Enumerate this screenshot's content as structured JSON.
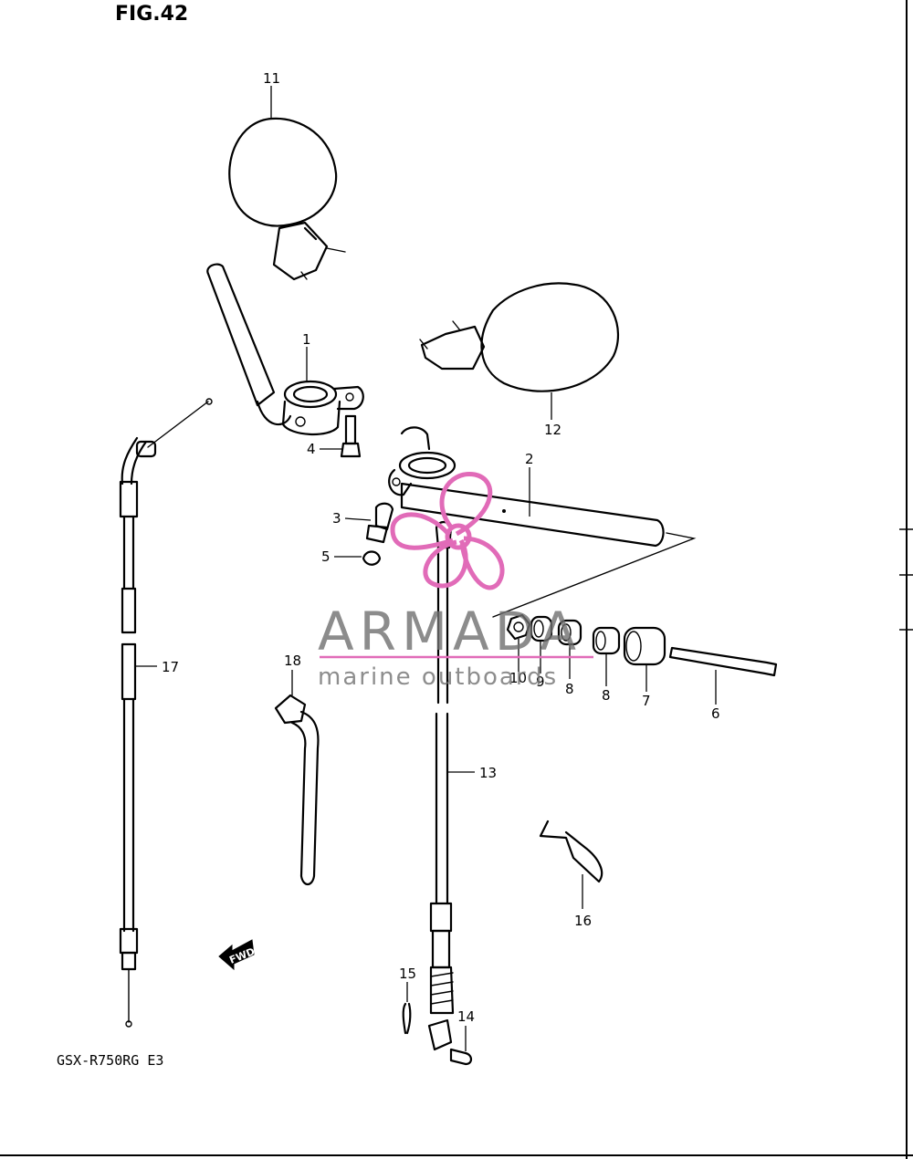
{
  "figure": {
    "title": "FIG.42",
    "model_code": "GSX-R750RG E3",
    "direction_marker": "FWD"
  },
  "callouts": {
    "c1": "1",
    "c2": "2",
    "c3": "3",
    "c4": "4",
    "c5": "5",
    "c6": "6",
    "c7": "7",
    "c8a": "8",
    "c8b": "8",
    "c9": "9",
    "c10": "10",
    "c11": "11",
    "c12": "12",
    "c13": "13",
    "c14": "14",
    "c15": "15",
    "c16": "16",
    "c17": "17",
    "c18": "18"
  },
  "watermark": {
    "brand": "ARMADA",
    "tagline": "marine outboards",
    "color": "#e16bb8"
  }
}
